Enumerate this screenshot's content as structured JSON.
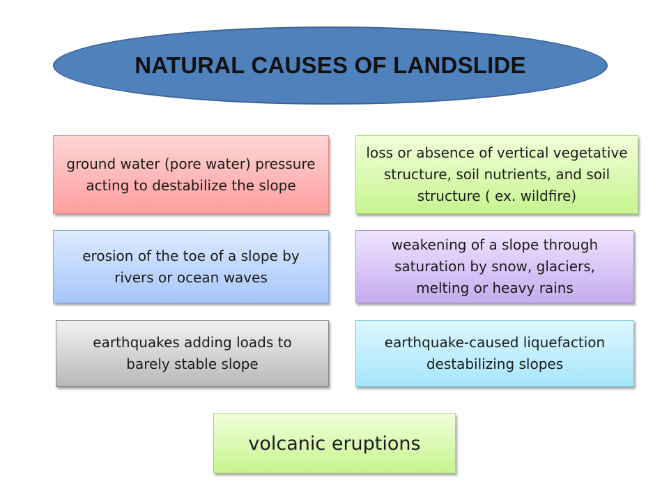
{
  "title": "NATURAL CAUSES OF LANDSLIDE",
  "causes": [
    {
      "text": "ground water (pore water) pressure acting to destabilize the slope",
      "color": "#ff9e9e"
    },
    {
      "text": "loss or absence of vertical vegetative structure, soil nutrients, and soil structure ( ex. wildfire)",
      "color": "#c6f58f"
    },
    {
      "text": "erosion of the toe of a slope by rivers  or ocean waves",
      "color": "#a7c6fb"
    },
    {
      "text": "weakening of a slope through saturation by snow, glaciers, melting or heavy rains",
      "color": "#c6acef"
    },
    {
      "text": "earthquakes adding loads to barely stable slope",
      "color": "#b8b8b8"
    },
    {
      "text": "earthquake-caused liquefaction destabilizing slopes",
      "color": "#a6e6fb"
    },
    {
      "text": "volcanic eruptions",
      "color": "#c6f58f"
    }
  ]
}
